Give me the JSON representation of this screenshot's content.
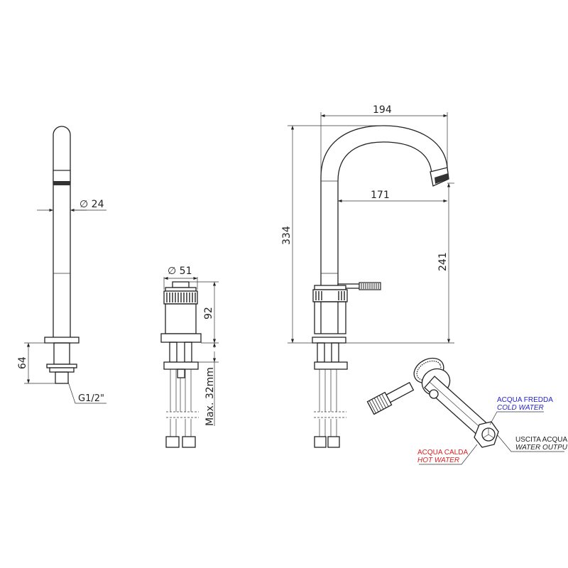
{
  "dimensions": {
    "side_diameter": "24",
    "side_height": "64",
    "thread": "G1/2\"",
    "body_diameter": "51",
    "body_height": "92",
    "max_thickness": "Max. 32mm",
    "spout_reach_outer": "194",
    "spout_reach_inner": "171",
    "total_height": "334",
    "spout_height": "241"
  },
  "callouts": {
    "cold": {
      "it": "ACQUA FREDDA",
      "en": "COLD WATER",
      "color": "#2222cc"
    },
    "hot": {
      "it": "ACQUA CALDA",
      "en": "HOT WATER",
      "color": "#dd2222"
    },
    "output": {
      "it": "USCITA ACQUA",
      "en": "WATER OUTPUT",
      "color": "#222222"
    }
  },
  "symbols": {
    "diameter": "∅"
  }
}
